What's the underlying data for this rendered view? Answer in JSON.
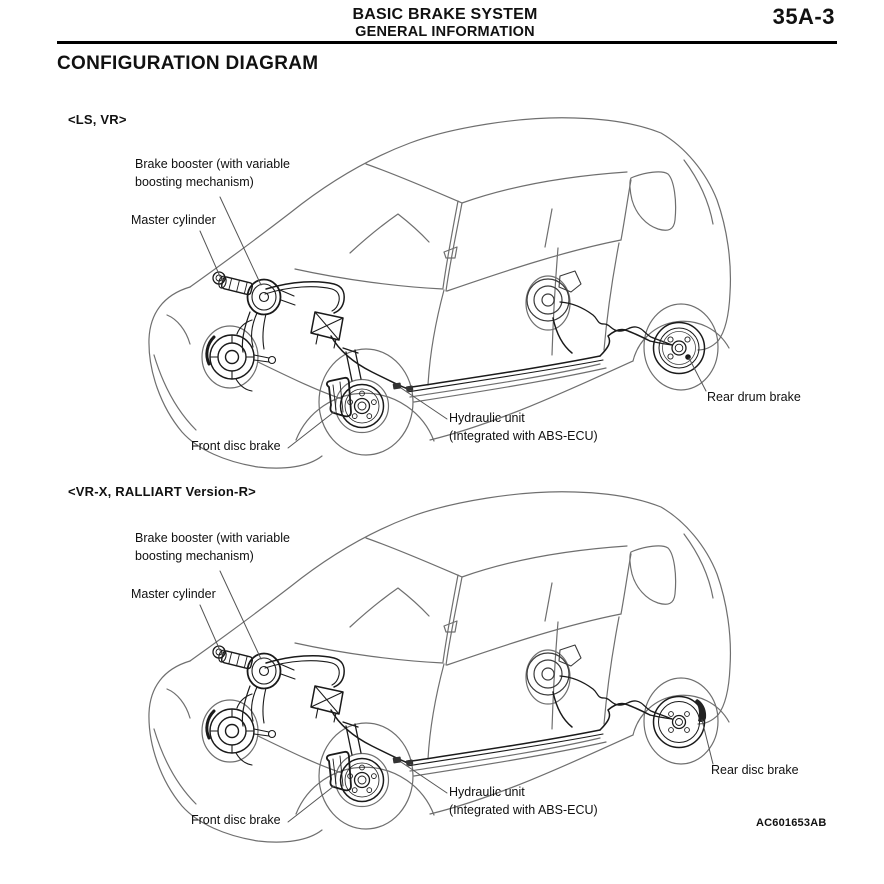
{
  "header": {
    "title_line1": "BASIC BRAKE SYSTEM",
    "title_line2": "GENERAL INFORMATION",
    "page_number": "35A-3"
  },
  "page": {
    "section_title": "CONFIGURATION DIAGRAM",
    "figure_code": "AC601653AB"
  },
  "diagrams": [
    {
      "variant_label": "<LS, VR>",
      "labels": {
        "brake_booster": "Brake booster (with variable\nboosting mechanism)",
        "master_cylinder": "Master cylinder",
        "front_brake": "Front disc brake",
        "hydraulic_unit": "Hydraulic unit\n(Integrated with ABS-ECU)",
        "rear_brake": "Rear drum brake"
      }
    },
    {
      "variant_label": "<VR-X, RALLIART Version-R>",
      "labels": {
        "brake_booster": "Brake booster (with variable\nboosting mechanism)",
        "master_cylinder": "Master cylinder",
        "front_brake": "Front disc brake",
        "hydraulic_unit": "Hydraulic unit\n(Integrated with ABS-ECU)",
        "rear_brake": "Rear disc brake"
      }
    }
  ],
  "colors": {
    "body_line": "#6f6f6f",
    "component_line": "#1a1a1a",
    "leader_line": "#555555",
    "text": "#111111"
  }
}
